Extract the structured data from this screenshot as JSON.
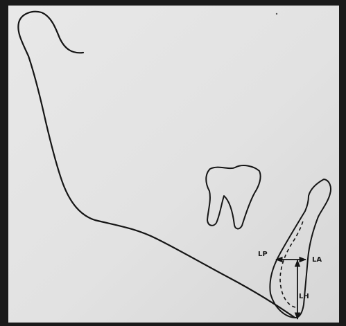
{
  "diagram": {
    "labels": {
      "lp": "LP",
      "la": "LA",
      "lh": "LH"
    },
    "colors": {
      "frame": "#1a1a1a",
      "paper": "#e3e3e3",
      "ink": "#151515"
    }
  }
}
